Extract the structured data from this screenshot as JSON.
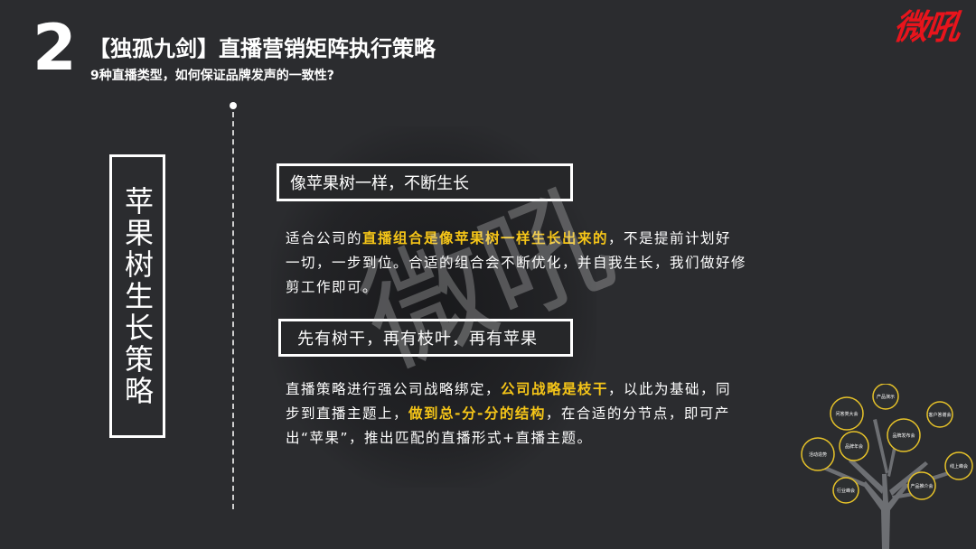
{
  "slide": {
    "number": "2",
    "title": "【独孤九剑】直播营销矩阵执行策略",
    "subtitle": "9种直播类型，如何保证品牌发声的一致性?"
  },
  "brand": {
    "logo_text": "微吼",
    "watermark_text": "微吼",
    "logo_color": "#e8141c"
  },
  "strategy": {
    "vertical_title": "苹果树生长策略"
  },
  "sections": [
    {
      "heading": "像苹果树一样，不断生长",
      "text_before": "适合公司的",
      "highlight": "直播组合是像苹果树一样生长出来的",
      "text_after": "，不是提前计划好一切，一步到位。合适的组合会不断优化，并自我生长，我们做好修剪工作即可。"
    },
    {
      "heading": "先有树干，再有枝叶，再有苹果",
      "text_before": "直播策略进行强公司战略绑定，",
      "highlight": "公司战略是枝干",
      "text_middle": "，以此为基础，同步到直播主题上，",
      "highlight2": "做到总-分-分的结构",
      "text_after": "，在合适的分节点，即可产出“苹果”，推出匹配的直播形式+直播主题。"
    }
  ],
  "tree": {
    "nodes": [
      "产品演示",
      "问答类大会",
      "客户答谢会",
      "品牌发布会",
      "品牌年会",
      "活动造势",
      "线上峰会",
      "产品推介会",
      "行业峰会"
    ]
  },
  "colors": {
    "background": "#2b2c2f",
    "highlight": "#f5c518",
    "node_border": "#e6c229"
  }
}
